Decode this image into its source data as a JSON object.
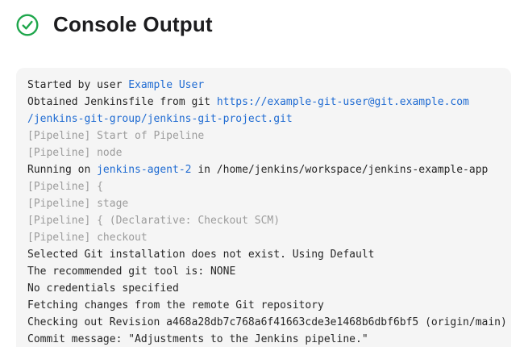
{
  "header": {
    "title": "Console Output",
    "status_icon": "success-check-icon"
  },
  "colors": {
    "success_green": "#1ea64b",
    "link_blue": "#1f6bd2",
    "muted_text": "#9c9c9c",
    "plain_text": "#262626",
    "console_background": "#f5f5f5",
    "page_background": "#ffffff",
    "title_text": "#1d1d1f"
  },
  "console": {
    "lines": [
      {
        "segments": [
          {
            "text": "Started by user ",
            "style": "plain"
          },
          {
            "text": "Example User",
            "style": "link"
          }
        ]
      },
      {
        "segments": [
          {
            "text": "Obtained Jenkinsfile from git ",
            "style": "plain"
          },
          {
            "text": "https://example-git-user@git.example.com",
            "style": "link"
          }
        ]
      },
      {
        "segments": [
          {
            "text": "/jenkins-git-group/jenkins-git-project.git",
            "style": "link"
          }
        ]
      },
      {
        "segments": [
          {
            "text": "[Pipeline] Start of Pipeline",
            "style": "muted"
          }
        ]
      },
      {
        "segments": [
          {
            "text": "[Pipeline] node",
            "style": "muted"
          }
        ]
      },
      {
        "segments": [
          {
            "text": "Running on ",
            "style": "plain"
          },
          {
            "text": "jenkins-agent-2",
            "style": "link"
          },
          {
            "text": " in /home/jenkins/workspace/jenkins-example-app",
            "style": "plain"
          }
        ]
      },
      {
        "segments": [
          {
            "text": "[Pipeline] {",
            "style": "muted"
          }
        ]
      },
      {
        "segments": [
          {
            "text": "[Pipeline] stage",
            "style": "muted"
          }
        ]
      },
      {
        "segments": [
          {
            "text": "[Pipeline] { (Declarative: Checkout SCM)",
            "style": "muted"
          }
        ]
      },
      {
        "segments": [
          {
            "text": "[Pipeline] checkout",
            "style": "muted"
          }
        ]
      },
      {
        "segments": [
          {
            "text": "Selected Git installation does not exist. Using Default",
            "style": "plain"
          }
        ]
      },
      {
        "segments": [
          {
            "text": "The recommended git tool is: NONE",
            "style": "plain"
          }
        ]
      },
      {
        "segments": [
          {
            "text": "No credentials specified",
            "style": "plain"
          }
        ]
      },
      {
        "segments": [
          {
            "text": "Fetching changes from the remote Git repository",
            "style": "plain"
          }
        ]
      },
      {
        "segments": [
          {
            "text": "Checking out Revision a468a28db7c768a6f41663cde3e1468b6dbf6bf5 (origin/main)",
            "style": "plain"
          }
        ]
      },
      {
        "segments": [
          {
            "text": "Commit message: \"Adjustments to the Jenkins pipeline.\"",
            "style": "plain"
          }
        ]
      }
    ]
  }
}
